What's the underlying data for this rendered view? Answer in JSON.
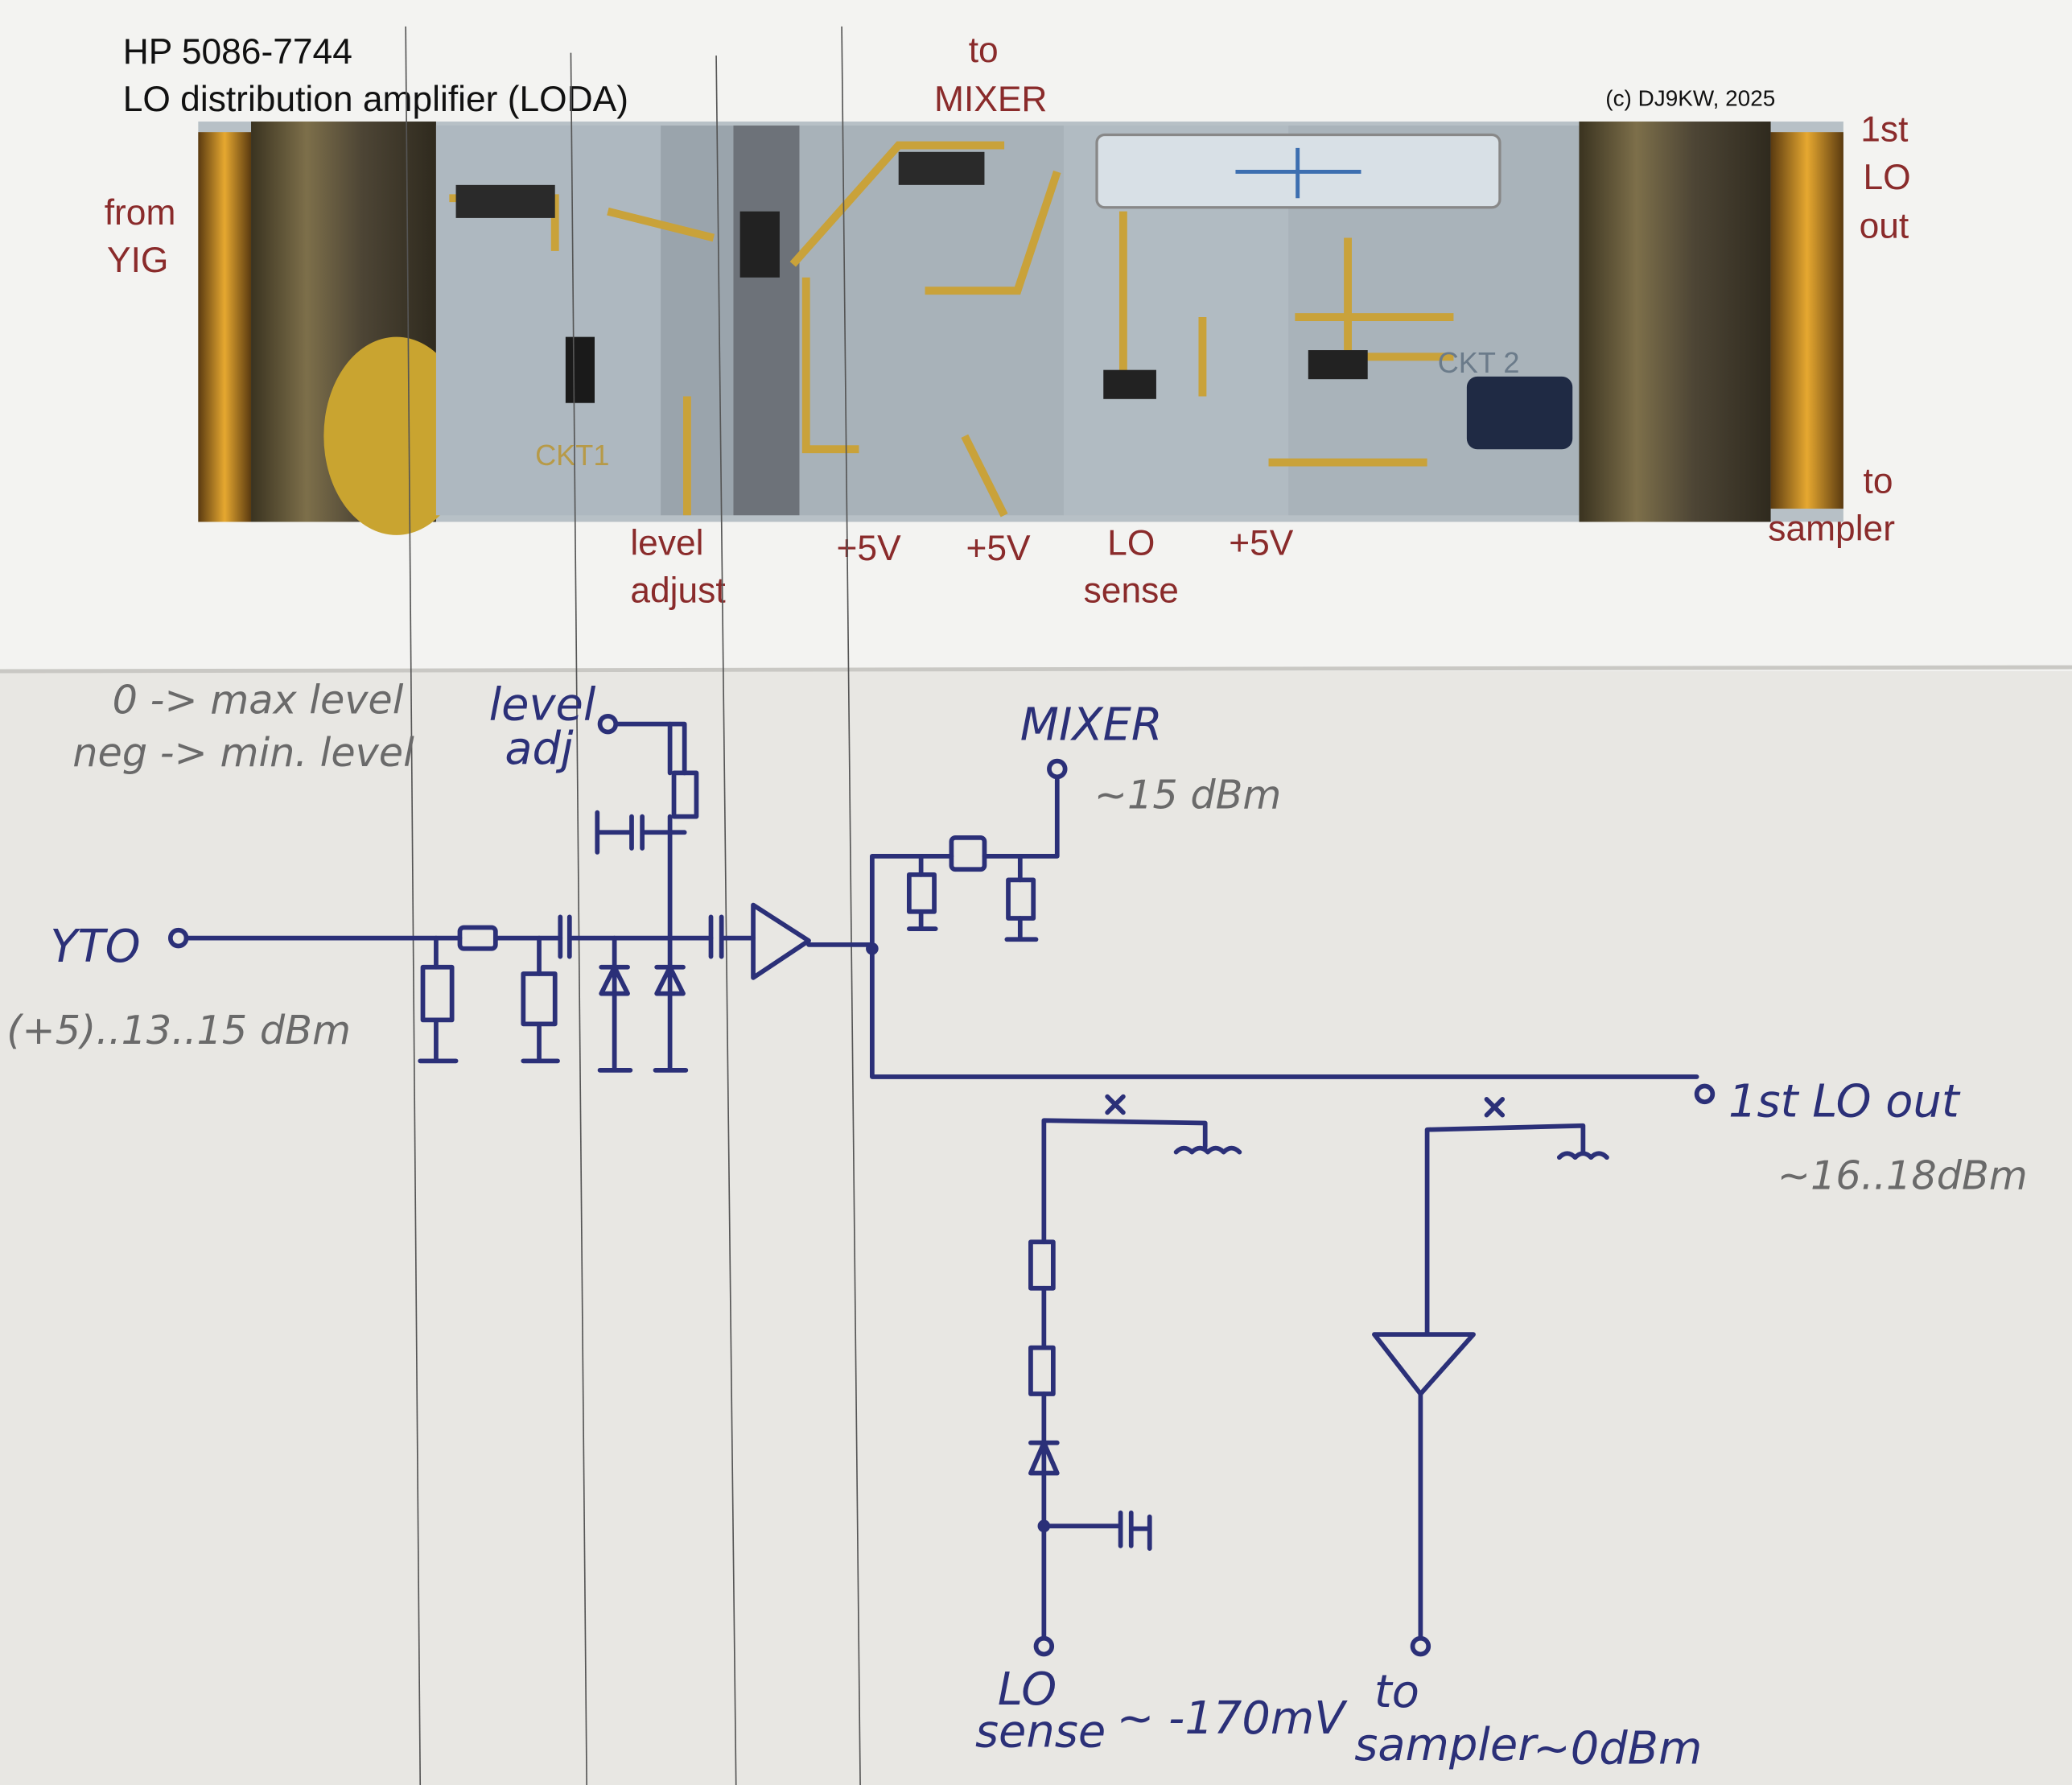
{
  "header": {
    "title": "HP 5086-7744",
    "subtitle": "LO distribution amplifier (LODA)",
    "copyright": "(c) DJ9KW, 2025"
  },
  "photo_labels": {
    "from_yig": [
      "from",
      "YIG"
    ],
    "to_mixer": [
      "to",
      "MIXER"
    ],
    "first_lo_out": [
      "1st",
      "LO",
      "out"
    ],
    "to_sampler": [
      "to",
      "sampler"
    ],
    "level_adjust": [
      "level",
      "adjust"
    ],
    "plus5v": [
      "+5V",
      "+5V",
      "+5V"
    ],
    "lo_sense": [
      "LO",
      "sense"
    ],
    "board_marks": [
      "CKT1",
      "CKT 2"
    ]
  },
  "schematic": {
    "level_note_1": "0 -> max level",
    "level_note_2": "neg -> min. level",
    "level_adj": [
      "level",
      "adj"
    ],
    "mixer": "MIXER",
    "mixer_level": "~15 dBm",
    "yto": "YTO",
    "yto_level": "(+5)..13..15 dBm",
    "first_lo_out": "1st LO out",
    "first_lo_level": "~16..18dBm",
    "lo_sense": [
      "LO",
      "sense"
    ],
    "lo_sense_level": "~ -170mV",
    "sampler": [
      "to",
      "sampler"
    ],
    "sampler_level": "~0dBm"
  },
  "colors": {
    "ink": "#2b3078",
    "label_red": "#8a2b2b",
    "paper": "#ecebe7"
  }
}
